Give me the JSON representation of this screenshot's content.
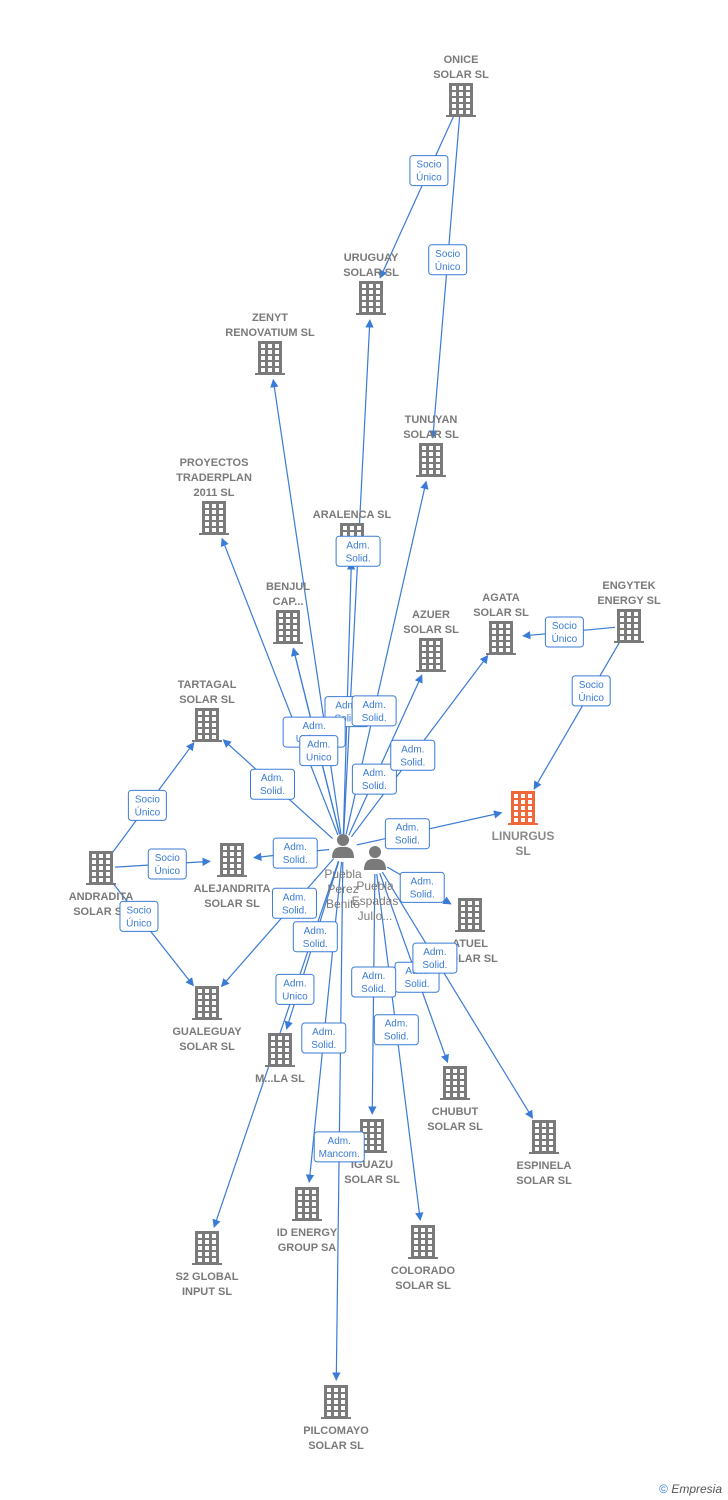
{
  "colors": {
    "edge": "#3a7bd5",
    "building": "#7a7a7a",
    "focus": "#f0683a"
  },
  "companies": [
    {
      "id": "onice",
      "lines": [
        "ONICE",
        "SOLAR  SL"
      ]
    },
    {
      "id": "uruguay",
      "lines": [
        "URUGUAY",
        "SOLAR SL"
      ]
    },
    {
      "id": "zenyt",
      "lines": [
        "ZENYT",
        "RENOVATIUM SL"
      ]
    },
    {
      "id": "tunuyan",
      "lines": [
        "TUNUYAN",
        "SOLAR  SL"
      ]
    },
    {
      "id": "proyectos",
      "lines": [
        "PROYECTOS",
        "TRADERPLAN",
        "2011 SL"
      ]
    },
    {
      "id": "aralenca",
      "lines": [
        "ARALENCA SL"
      ]
    },
    {
      "id": "benjul",
      "lines": [
        "BENJUL",
        "CAP..."
      ]
    },
    {
      "id": "azuer",
      "lines": [
        "AZUER",
        "SOLAR  SL"
      ]
    },
    {
      "id": "agata",
      "lines": [
        "AGATA",
        "SOLAR  SL"
      ]
    },
    {
      "id": "engytek",
      "lines": [
        "ENGYTEK",
        "ENERGY  SL"
      ]
    },
    {
      "id": "tartagal",
      "lines": [
        "TARTAGAL",
        "SOLAR  SL"
      ]
    },
    {
      "id": "linurgus",
      "lines": [
        "LINURGUS",
        "SL"
      ],
      "focus": true
    },
    {
      "id": "andradita",
      "lines": [
        "ANDRADITA",
        "SOLAR  SL"
      ]
    },
    {
      "id": "alejandrita",
      "lines": [
        "ALEJANDRITA",
        "SOLAR  SL"
      ]
    },
    {
      "id": "atuel",
      "lines": [
        "ATUEL",
        "SOLAR  SL"
      ]
    },
    {
      "id": "gualeguay",
      "lines": [
        "GUALEGUAY",
        "SOLAR  SL"
      ]
    },
    {
      "id": "mla",
      "lines": [
        "M...LA SL"
      ]
    },
    {
      "id": "chubut",
      "lines": [
        "CHUBUT",
        "SOLAR  SL"
      ]
    },
    {
      "id": "espinela",
      "lines": [
        "ESPINELA",
        "SOLAR  SL"
      ]
    },
    {
      "id": "iguazu",
      "lines": [
        "IGUAZU",
        "SOLAR  SL"
      ]
    },
    {
      "id": "idenergy",
      "lines": [
        "ID ENERGY",
        "GROUP SA"
      ]
    },
    {
      "id": "s2global",
      "lines": [
        "S2 GLOBAL",
        "INPUT  SL"
      ]
    },
    {
      "id": "colorado",
      "lines": [
        "COLORADO",
        "SOLAR  SL"
      ]
    },
    {
      "id": "pilcomayo",
      "lines": [
        "PILCOMAYO",
        "SOLAR  SL"
      ]
    }
  ],
  "persons": [
    {
      "id": "p1",
      "lines": [
        "Puebla",
        "Perez",
        "Benito"
      ]
    },
    {
      "id": "p2",
      "lines": [
        "Puebla",
        "Espadas",
        "Julio..."
      ]
    }
  ],
  "relations": [
    {
      "from": "onice",
      "to": "uruguay",
      "label": [
        "Socio",
        "Único"
      ]
    },
    {
      "from": "onice",
      "to": "tunuyan",
      "label": [
        "Socio",
        "Único"
      ]
    },
    {
      "from": "engytek",
      "to": "agata",
      "label": [
        "Socio",
        "Único"
      ]
    },
    {
      "from": "engytek",
      "to": "linurgus",
      "label": [
        "Socio",
        "Único"
      ]
    },
    {
      "from": "andradita",
      "to": "tartagal",
      "label": [
        "Socio",
        "Único"
      ]
    },
    {
      "from": "andradita",
      "to": "alejandrita",
      "label": [
        "Socio",
        "Único"
      ]
    },
    {
      "from": "andradita",
      "to": "gualeguay",
      "label": [
        "Socio",
        "Único"
      ]
    },
    {
      "from": "p1",
      "to": "aralenca",
      "label": [
        "Adm.",
        "Solid."
      ]
    },
    {
      "from": "p1",
      "to": "benjul",
      "label": [
        "Adm.",
        "Unico,..."
      ]
    },
    {
      "from": "p1",
      "to": "azuer",
      "label": [
        "Adm.",
        "Solid."
      ]
    },
    {
      "from": "p1",
      "to": "benjul",
      "label": [
        "Adm.",
        "Unico"
      ]
    },
    {
      "from": "p1",
      "to": "uruguay",
      "label": [
        "Adm.",
        "Solid."
      ]
    },
    {
      "from": "p1",
      "to": "tunuyan",
      "label": [
        "Adm.",
        "Solid."
      ]
    },
    {
      "from": "p1",
      "to": "agata",
      "label": [
        "Adm.",
        "Solid."
      ]
    },
    {
      "from": "p1",
      "to": "tartagal",
      "label": [
        "Adm.",
        "Solid."
      ]
    },
    {
      "from": "p1",
      "to": "linurgus",
      "label": [
        "Adm.",
        "Solid."
      ]
    },
    {
      "from": "p1",
      "to": "alejandrita",
      "label": [
        "Adm.",
        "Solid."
      ]
    },
    {
      "from": "p2",
      "to": "atuel",
      "label": [
        "Adm.",
        "Solid."
      ]
    },
    {
      "from": "p1",
      "to": "gualeguay",
      "label": [
        "Adm.",
        "Solid."
      ]
    },
    {
      "from": "p1",
      "to": "mla",
      "label": [
        "Adm.",
        "Solid."
      ]
    },
    {
      "from": "p2",
      "to": "chubut",
      "label": [
        "Adm.",
        "Solid."
      ]
    },
    {
      "from": "p2",
      "to": "espinela",
      "label": [
        "Adm.",
        "Solid."
      ]
    },
    {
      "from": "p2",
      "to": "iguazu",
      "label": [
        "Adm.",
        "Solid."
      ]
    },
    {
      "from": "p1",
      "to": "idenergy",
      "label": [
        "Adm.",
        "Solid."
      ]
    },
    {
      "from": "p1",
      "to": "s2global",
      "label": [
        "Adm.",
        "Unico"
      ]
    },
    {
      "from": "p2",
      "to": "colorado",
      "label": [
        "Adm.",
        "Solid."
      ]
    },
    {
      "from": "p1",
      "to": "pilcomayo",
      "label": [
        "Adm.",
        "Mancom."
      ]
    },
    {
      "from": "p1",
      "to": "zenyt",
      "label": []
    },
    {
      "from": "p1",
      "to": "proyectos",
      "label": []
    }
  ],
  "footer": {
    "copyright_symbol": "©",
    "brand": "Empresia"
  }
}
